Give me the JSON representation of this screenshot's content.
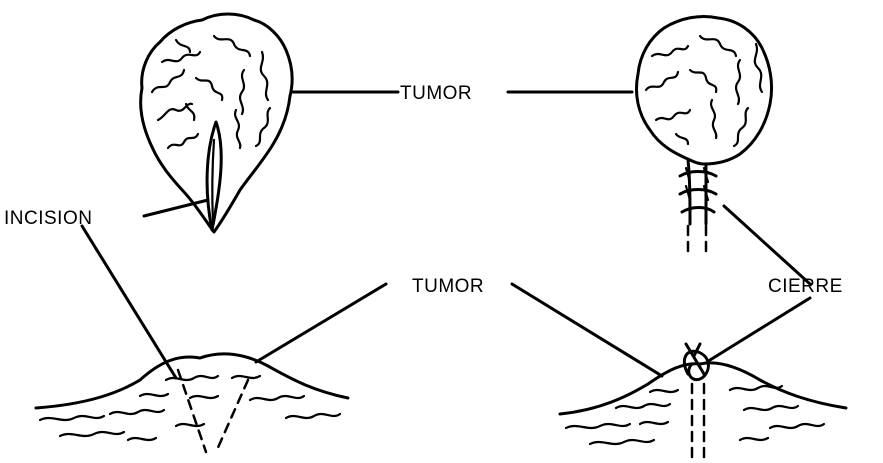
{
  "labels": {
    "tumor_top": "TUMOR",
    "incision": "INCISION",
    "tumor_bottom": "TUMOR",
    "cierre": "CIERRE"
  }
}
